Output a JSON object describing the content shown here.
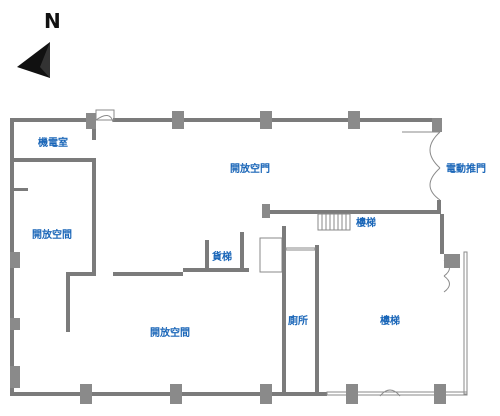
{
  "compass": {
    "letter": "N",
    "icon": "north-arrow-icon"
  },
  "rooms": {
    "machine_room": "機電室",
    "open_space_left": "開放空間",
    "open_space_bottom": "開放空間",
    "open_space_door": "開放空門",
    "electric_door": "電動推門",
    "stair_small": "樓梯",
    "freight_elevator": "貨梯",
    "restroom": "廁所",
    "stair_large": "樓梯"
  },
  "colors": {
    "label": "#1a66b8",
    "wall": "#7b7b7b",
    "background": "#ffffff"
  }
}
